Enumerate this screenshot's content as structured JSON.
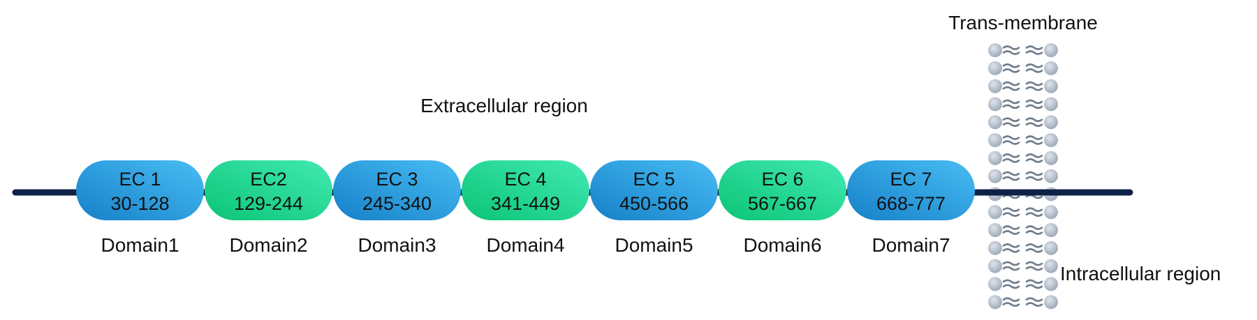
{
  "labels": {
    "transmembrane": "Trans-membrane",
    "extracellular": "Extracellular region",
    "intracellular": "Intracellular region"
  },
  "domains": [
    {
      "name": "EC 1",
      "range": "30-128",
      "caption": "Domain1",
      "color": "blue"
    },
    {
      "name": "EC2",
      "range": "129-244",
      "caption": "Domain2",
      "color": "green"
    },
    {
      "name": "EC 3",
      "range": "245-340",
      "caption": "Domain3",
      "color": "blue"
    },
    {
      "name": "EC 4",
      "range": "341-449",
      "caption": "Domain4",
      "color": "green"
    },
    {
      "name": "EC 5",
      "range": "450-566",
      "caption": "Domain5",
      "color": "blue"
    },
    {
      "name": "EC 6",
      "range": "567-667",
      "caption": "Domain6",
      "color": "green"
    },
    {
      "name": "EC 7",
      "range": "668-777",
      "caption": "Domain7",
      "color": "blue"
    }
  ],
  "colors": {
    "backbone": "#0e2248",
    "blue_light": "#43b8f2",
    "blue_dark": "#1a88cf",
    "green_light": "#3ee8a6",
    "green_dark": "#0fca7a",
    "lipid_head": "#b9c3cf",
    "lipid_tail": "#6e7b8a"
  }
}
